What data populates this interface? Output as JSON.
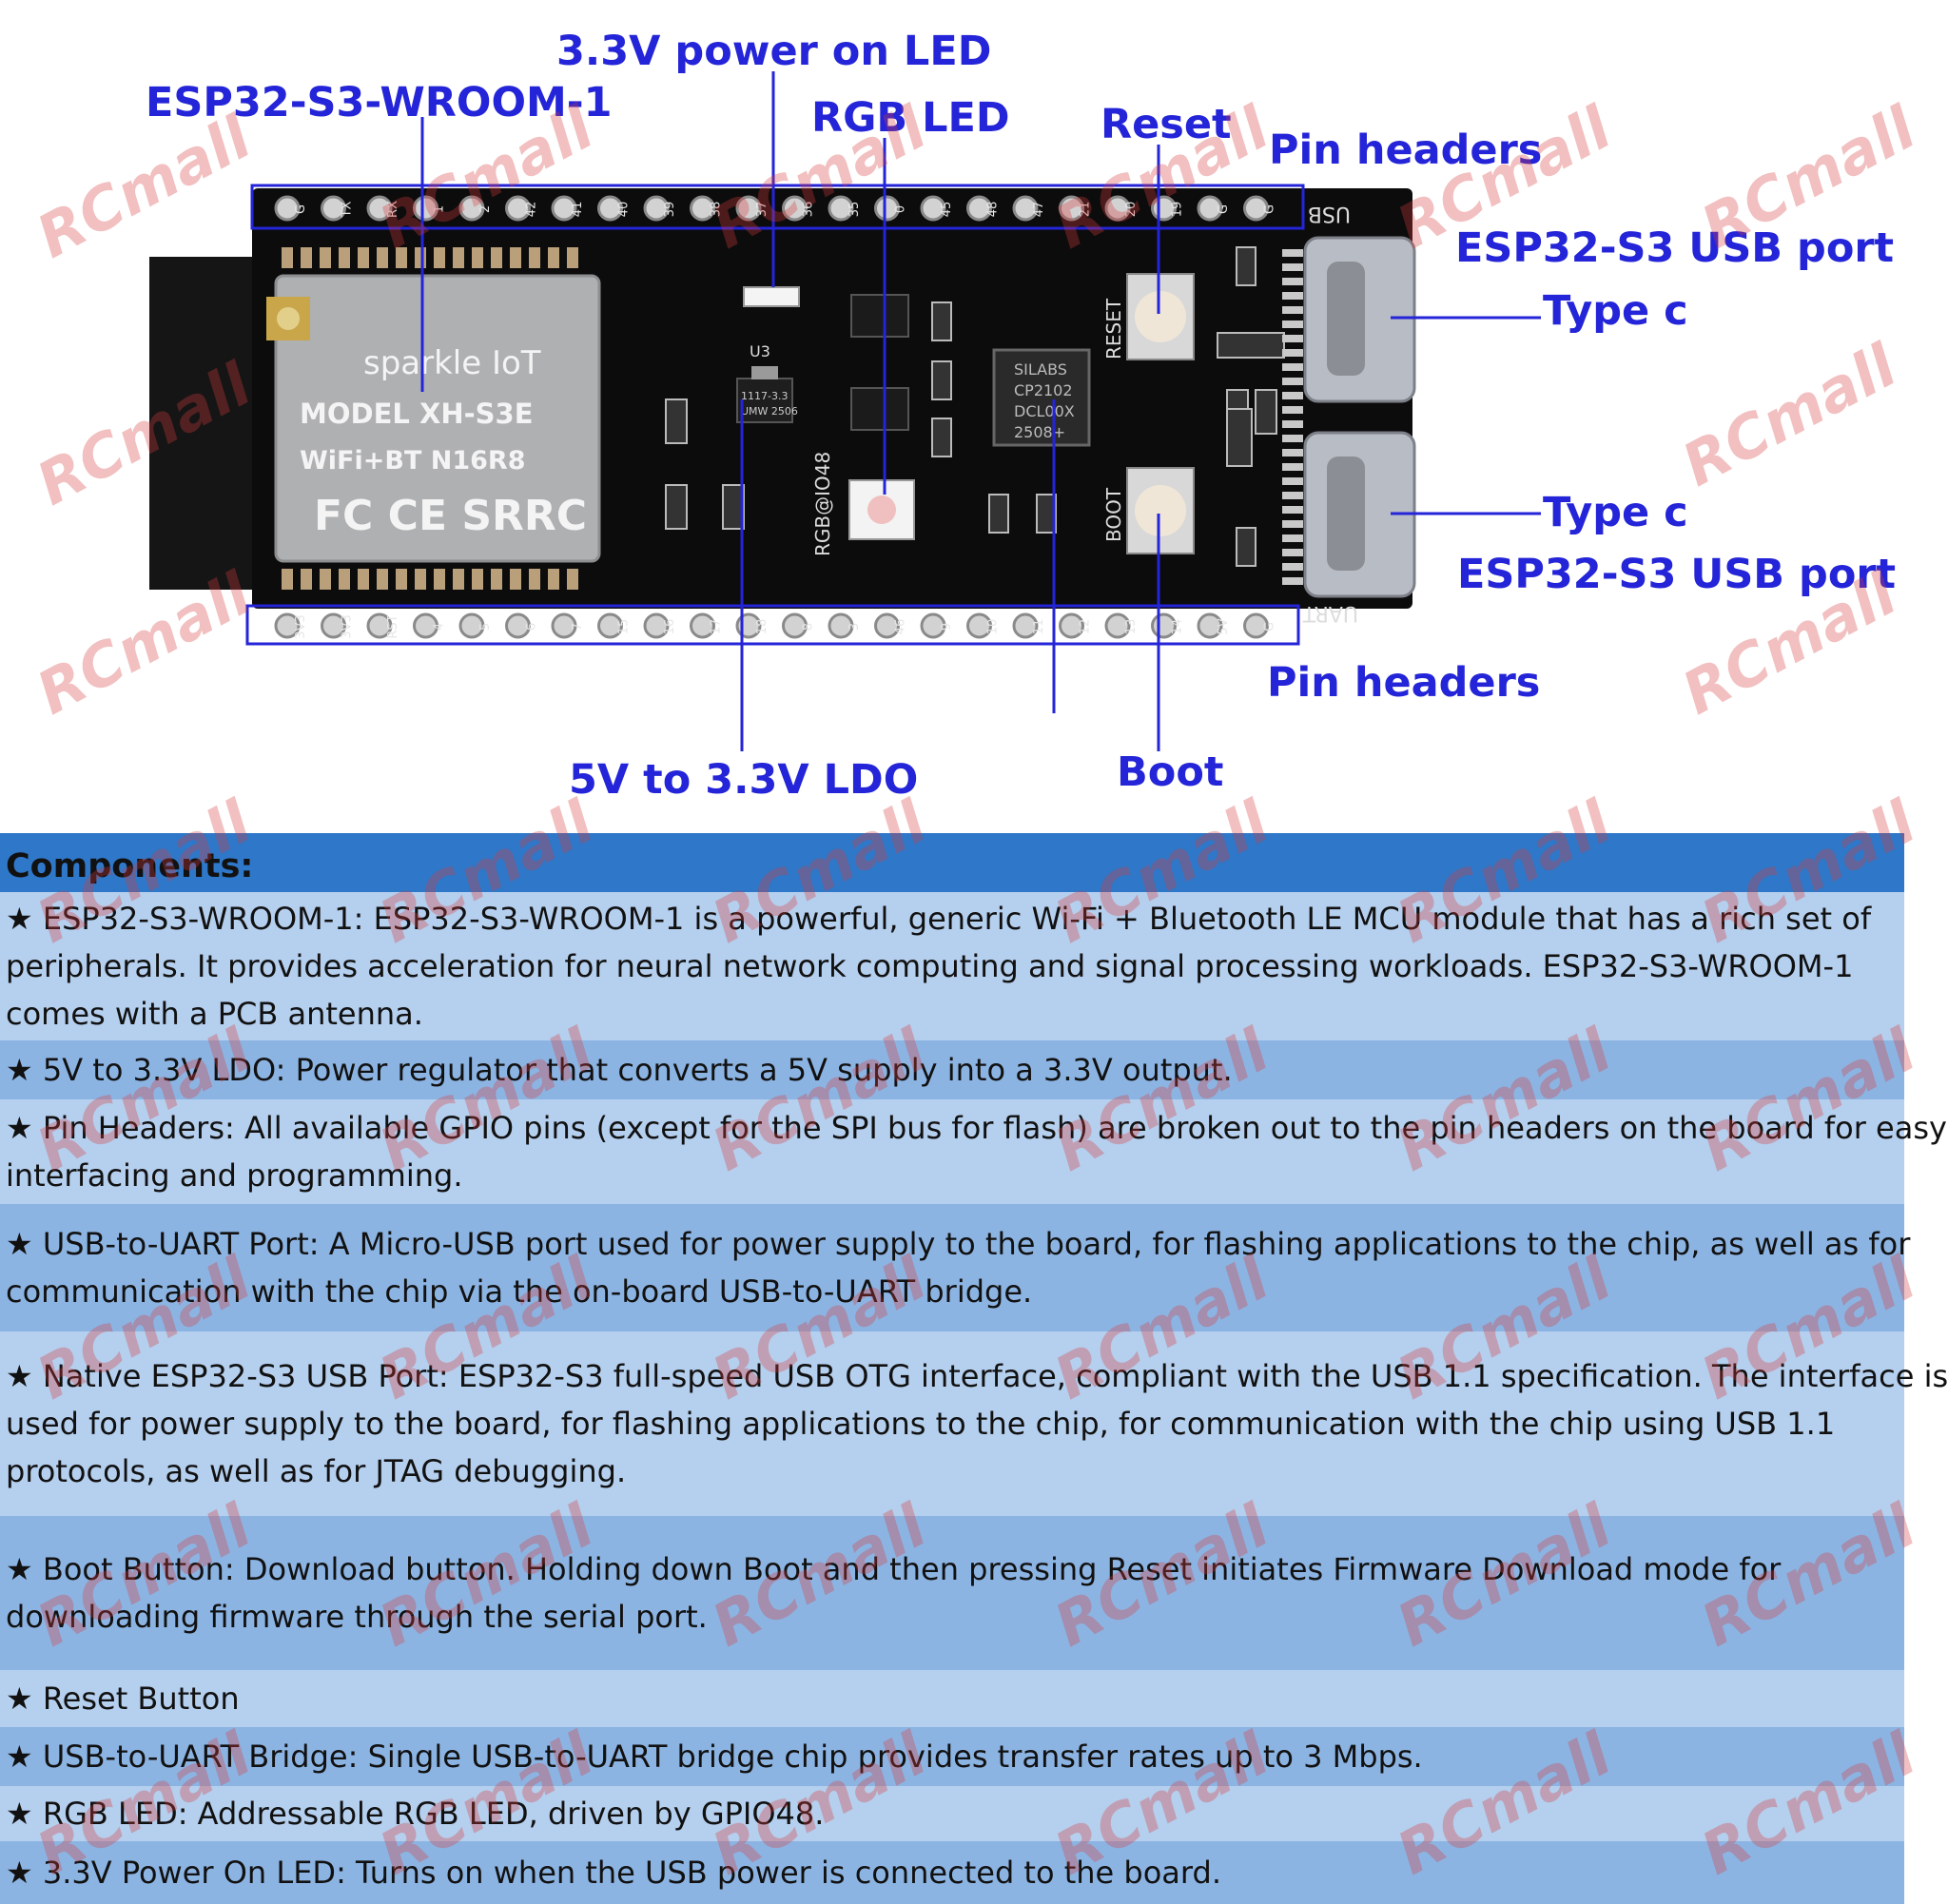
{
  "diagram": {
    "callouts": {
      "power_led": "3.3V power on LED",
      "module": "ESP32-S3-WROOM-1",
      "rgb_led": "RGB LED",
      "reset": "Reset",
      "pin_headers_top": "Pin headers",
      "usb_port_top": "ESP32-S3 USB port",
      "type_c_top": "Type c",
      "type_c_bottom": "Type c",
      "usb_port_bottom": "ESP32-S3 USB port",
      "pin_headers_bottom": "Pin headers",
      "ldo": "5V to 3.3V LDO",
      "boot": "Boot"
    },
    "board": {
      "module_text": {
        "brand": "sparkle IoT",
        "model": "MODEL   XH-S3E",
        "variant": "WiFi+BT    N16R8",
        "certs": "FC CE SRRC"
      },
      "chip_text": [
        "SILABS",
        "CP2102",
        "DCL00X",
        "2508+"
      ],
      "ldo_text": [
        "1117-3.3",
        "UMW 2506"
      ],
      "ldo_designator": "U3",
      "rgb_silk": "RGB@IO48",
      "reset_silk": "RESET",
      "boot_silk": "BOOT",
      "usb_silk": "USB",
      "uart_silk": "UART",
      "top_pins": [
        "G",
        "TX",
        "RX",
        "1",
        "2",
        "42",
        "41",
        "40",
        "39",
        "38",
        "37",
        "36",
        "35",
        "0",
        "45",
        "48",
        "47",
        "21",
        "20",
        "19",
        "G",
        "G"
      ],
      "bottom_pins": [
        "3V3",
        "3V3",
        "RST",
        "4",
        "5",
        "6",
        "7",
        "15",
        "16",
        "17",
        "18",
        "8",
        "3",
        "46",
        "9",
        "10",
        "11",
        "12",
        "13",
        "14",
        "5V",
        "G"
      ]
    },
    "watermark": "RCmall",
    "colors": {
      "callout": "#2424d8",
      "pcb": "#0c0c0c",
      "usb_shell": "#b8bcc4"
    }
  },
  "panel": {
    "heading": "Components:",
    "items": [
      {
        "lines": [
          "★ ESP32-S3-WROOM-1: ESP32-S3-WROOM-1 is a powerful, generic Wi-Fi + Bluetooth LE MCU module that has a rich set of",
          "peripherals. It provides acceleration for neural network computing and signal processing workloads. ESP32-S3-WROOM-1",
          "comes with a PCB antenna."
        ]
      },
      {
        "lines": [
          "★ 5V to 3.3V LDO: Power regulator that converts a 5V supply into a 3.3V output."
        ]
      },
      {
        "lines": [
          "★ Pin Headers: All available GPIO pins (except for the SPI bus for flash) are broken out to the pin headers on the board for easy",
          "interfacing and programming."
        ]
      },
      {
        "lines": [
          "★ USB-to-UART Port: A Micro-USB port used for power supply to the board, for flashing applications to the chip, as well as for",
          "communication with the chip via the on-board USB-to-UART bridge."
        ]
      },
      {
        "lines": [
          "★ Native ESP32-S3 USB Port: ESP32-S3 full-speed USB OTG interface, compliant with the USB 1.1 specification. The interface is",
          "used for power supply to the board, for flashing applications to the chip, for communication with the chip using USB 1.1",
          "protocols, as well as for JTAG debugging."
        ]
      },
      {
        "lines": [
          "★ Boot Button: Download button. Holding down Boot and then pressing Reset initiates Firmware Download mode for",
          "downloading firmware through the serial port."
        ]
      },
      {
        "lines": [
          "★ Reset Button"
        ]
      },
      {
        "lines": [
          "★ USB-to-UART Bridge: Single USB-to-UART bridge chip provides transfer rates up to 3 Mbps."
        ]
      },
      {
        "lines": [
          "★ RGB LED: Addressable RGB LED, driven by GPIO48."
        ]
      },
      {
        "lines": [
          "★ 3.3V Power On LED: Turns on when the USB power is connected to the board."
        ]
      }
    ],
    "colors": {
      "heading": "#2f77c8",
      "band_dark": "#8cb4e3",
      "band_light": "#b5cfee"
    }
  }
}
